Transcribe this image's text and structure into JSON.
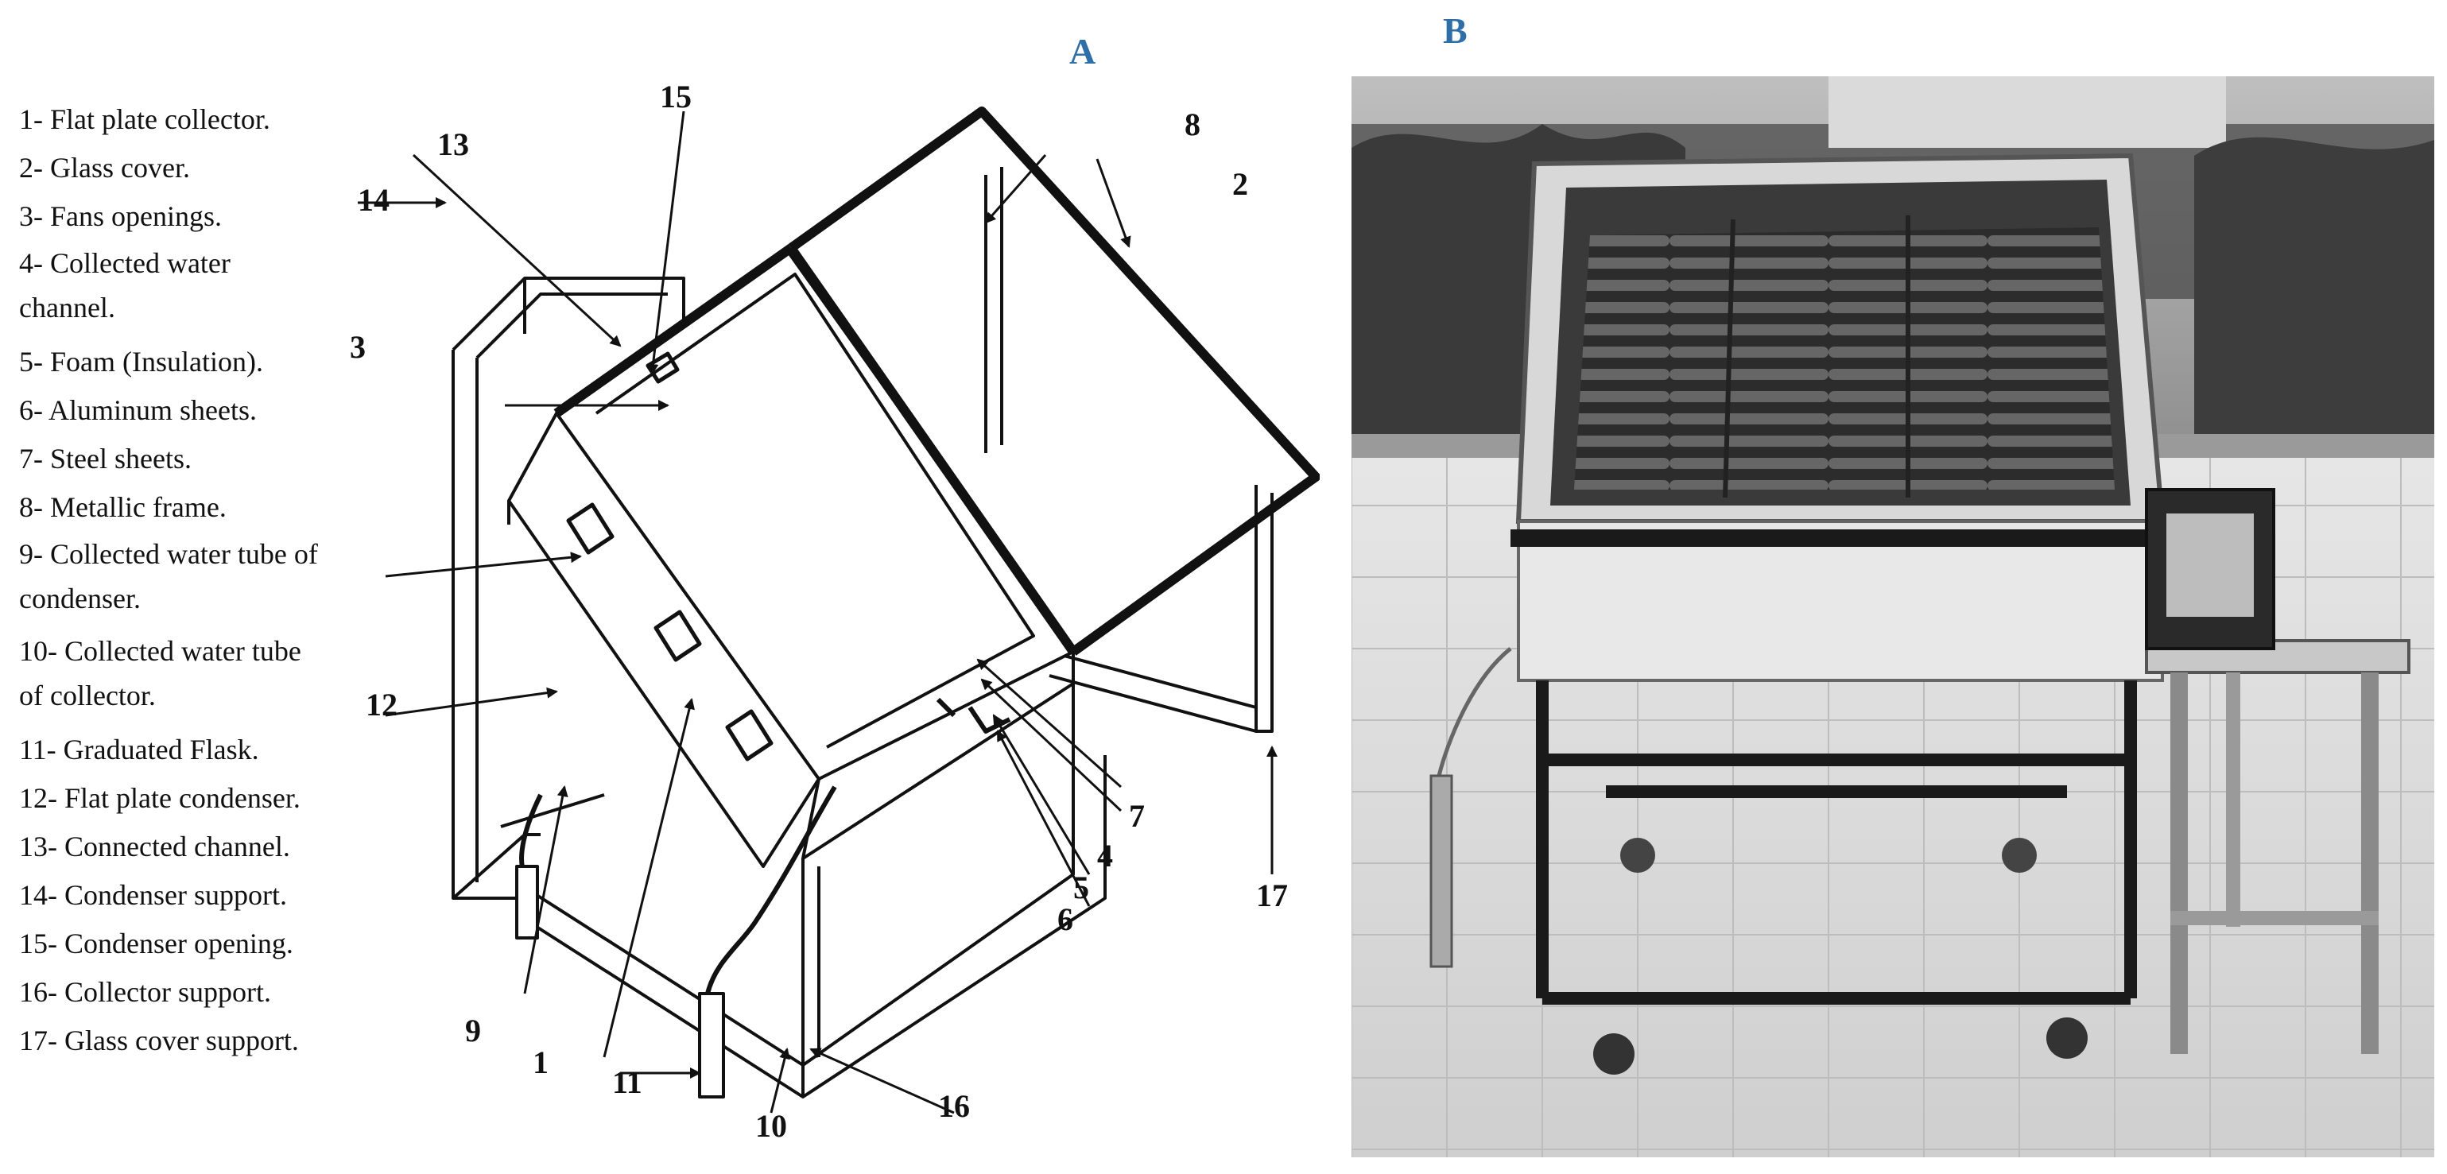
{
  "panels": {
    "a": "A",
    "b": "B"
  },
  "legend": [
    "1- Flat plate collector.",
    "2- Glass cover.",
    "3- Fans openings.",
    "4- Collected water channel.",
    "5- Foam (Insulation).",
    "6- Aluminum sheets.",
    "7- Steel sheets.",
    "8- Metallic frame.",
    "9- Collected water tube of condenser.",
    "10- Collected water tube of collector.",
    "11- Graduated Flask.",
    "12- Flat plate condenser.",
    "13- Connected channel.",
    "14- Condenser support.",
    "15- Condenser opening.",
    "16- Collector support.",
    "17- Glass cover support."
  ],
  "callouts": [
    "1",
    "2",
    "3",
    "4",
    "5",
    "6",
    "7",
    "8",
    "9",
    "10",
    "11",
    "12",
    "13",
    "14",
    "15",
    "16",
    "17"
  ],
  "colors": {
    "panel_label": "#2f6fa8",
    "line": "#111111"
  }
}
